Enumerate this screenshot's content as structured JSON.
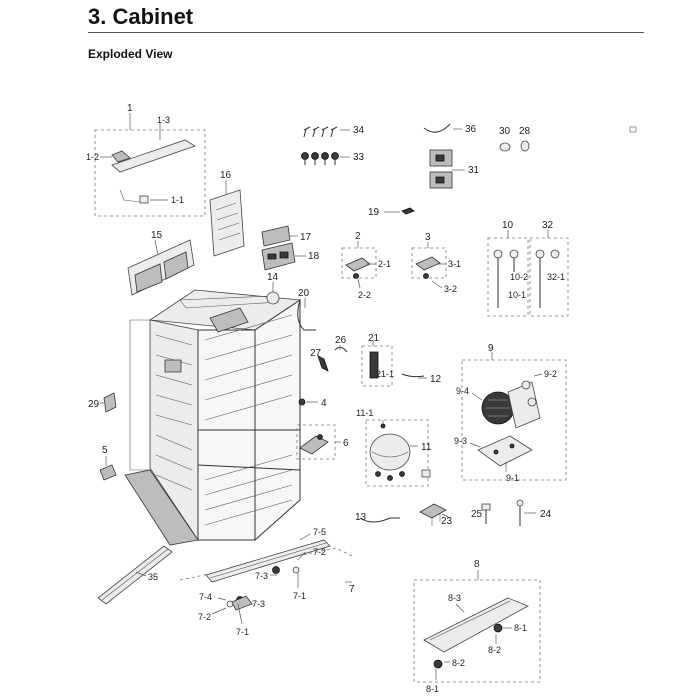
{
  "heading": "3.  Cabinet",
  "subheading": "Exploded View",
  "parts": [
    {
      "id": "p1",
      "label": "1"
    },
    {
      "id": "p1_3",
      "label": "1-3"
    },
    {
      "id": "p1_2",
      "label": "1-2"
    },
    {
      "id": "p1_1",
      "label": "1-1"
    },
    {
      "id": "p16",
      "label": "16"
    },
    {
      "id": "p34",
      "label": "34"
    },
    {
      "id": "p33",
      "label": "33"
    },
    {
      "id": "p36",
      "label": "36"
    },
    {
      "id": "p30",
      "label": "30"
    },
    {
      "id": "p28",
      "label": "28"
    },
    {
      "id": "p31",
      "label": "31"
    },
    {
      "id": "p19",
      "label": "19"
    },
    {
      "id": "p15",
      "label": "15"
    },
    {
      "id": "p17",
      "label": "17"
    },
    {
      "id": "p18",
      "label": "18"
    },
    {
      "id": "p2",
      "label": "2"
    },
    {
      "id": "p2_1",
      "label": "2-1"
    },
    {
      "id": "p2_2",
      "label": "2-2"
    },
    {
      "id": "p3",
      "label": "3"
    },
    {
      "id": "p3_1",
      "label": "3-1"
    },
    {
      "id": "p3_2",
      "label": "3-2"
    },
    {
      "id": "p10",
      "label": "10"
    },
    {
      "id": "p10_2",
      "label": "10-2"
    },
    {
      "id": "p10_1",
      "label": "10-1"
    },
    {
      "id": "p32",
      "label": "32"
    },
    {
      "id": "p32_1",
      "label": "32-1"
    },
    {
      "id": "p14",
      "label": "14"
    },
    {
      "id": "p20",
      "label": "20"
    },
    {
      "id": "p26",
      "label": "26"
    },
    {
      "id": "p27",
      "label": "27"
    },
    {
      "id": "p21",
      "label": "21"
    },
    {
      "id": "p21_1",
      "label": "21-1"
    },
    {
      "id": "p12",
      "label": "12"
    },
    {
      "id": "p9",
      "label": "9"
    },
    {
      "id": "p9_2",
      "label": "9-2"
    },
    {
      "id": "p9_4",
      "label": "9-4"
    },
    {
      "id": "p9_3",
      "label": "9-3"
    },
    {
      "id": "p9_1",
      "label": "9-1"
    },
    {
      "id": "p29",
      "label": "29"
    },
    {
      "id": "p4",
      "label": "4"
    },
    {
      "id": "p11_1",
      "label": "11-1"
    },
    {
      "id": "p11",
      "label": "11"
    },
    {
      "id": "p6",
      "label": "6"
    },
    {
      "id": "p5",
      "label": "5"
    },
    {
      "id": "p13",
      "label": "13"
    },
    {
      "id": "p23",
      "label": "23"
    },
    {
      "id": "p25",
      "label": "25"
    },
    {
      "id": "p24",
      "label": "24"
    },
    {
      "id": "p7_5",
      "label": "7-5"
    },
    {
      "id": "p7_2a",
      "label": "7-2"
    },
    {
      "id": "p7",
      "label": "7"
    },
    {
      "id": "p7_3a",
      "label": "7-3"
    },
    {
      "id": "p7_1a",
      "label": "7-1"
    },
    {
      "id": "p7_4",
      "label": "7-4"
    },
    {
      "id": "p7_3b",
      "label": "7-3"
    },
    {
      "id": "p7_2b",
      "label": "7-2"
    },
    {
      "id": "p7_1b",
      "label": "7-1"
    },
    {
      "id": "p35",
      "label": "35"
    },
    {
      "id": "p8",
      "label": "8"
    },
    {
      "id": "p8_3",
      "label": "8-3"
    },
    {
      "id": "p8_1a",
      "label": "8-1"
    },
    {
      "id": "p8_2a",
      "label": "8-2"
    },
    {
      "id": "p8_2b",
      "label": "8-2"
    },
    {
      "id": "p8_1b",
      "label": "8-1"
    }
  ]
}
